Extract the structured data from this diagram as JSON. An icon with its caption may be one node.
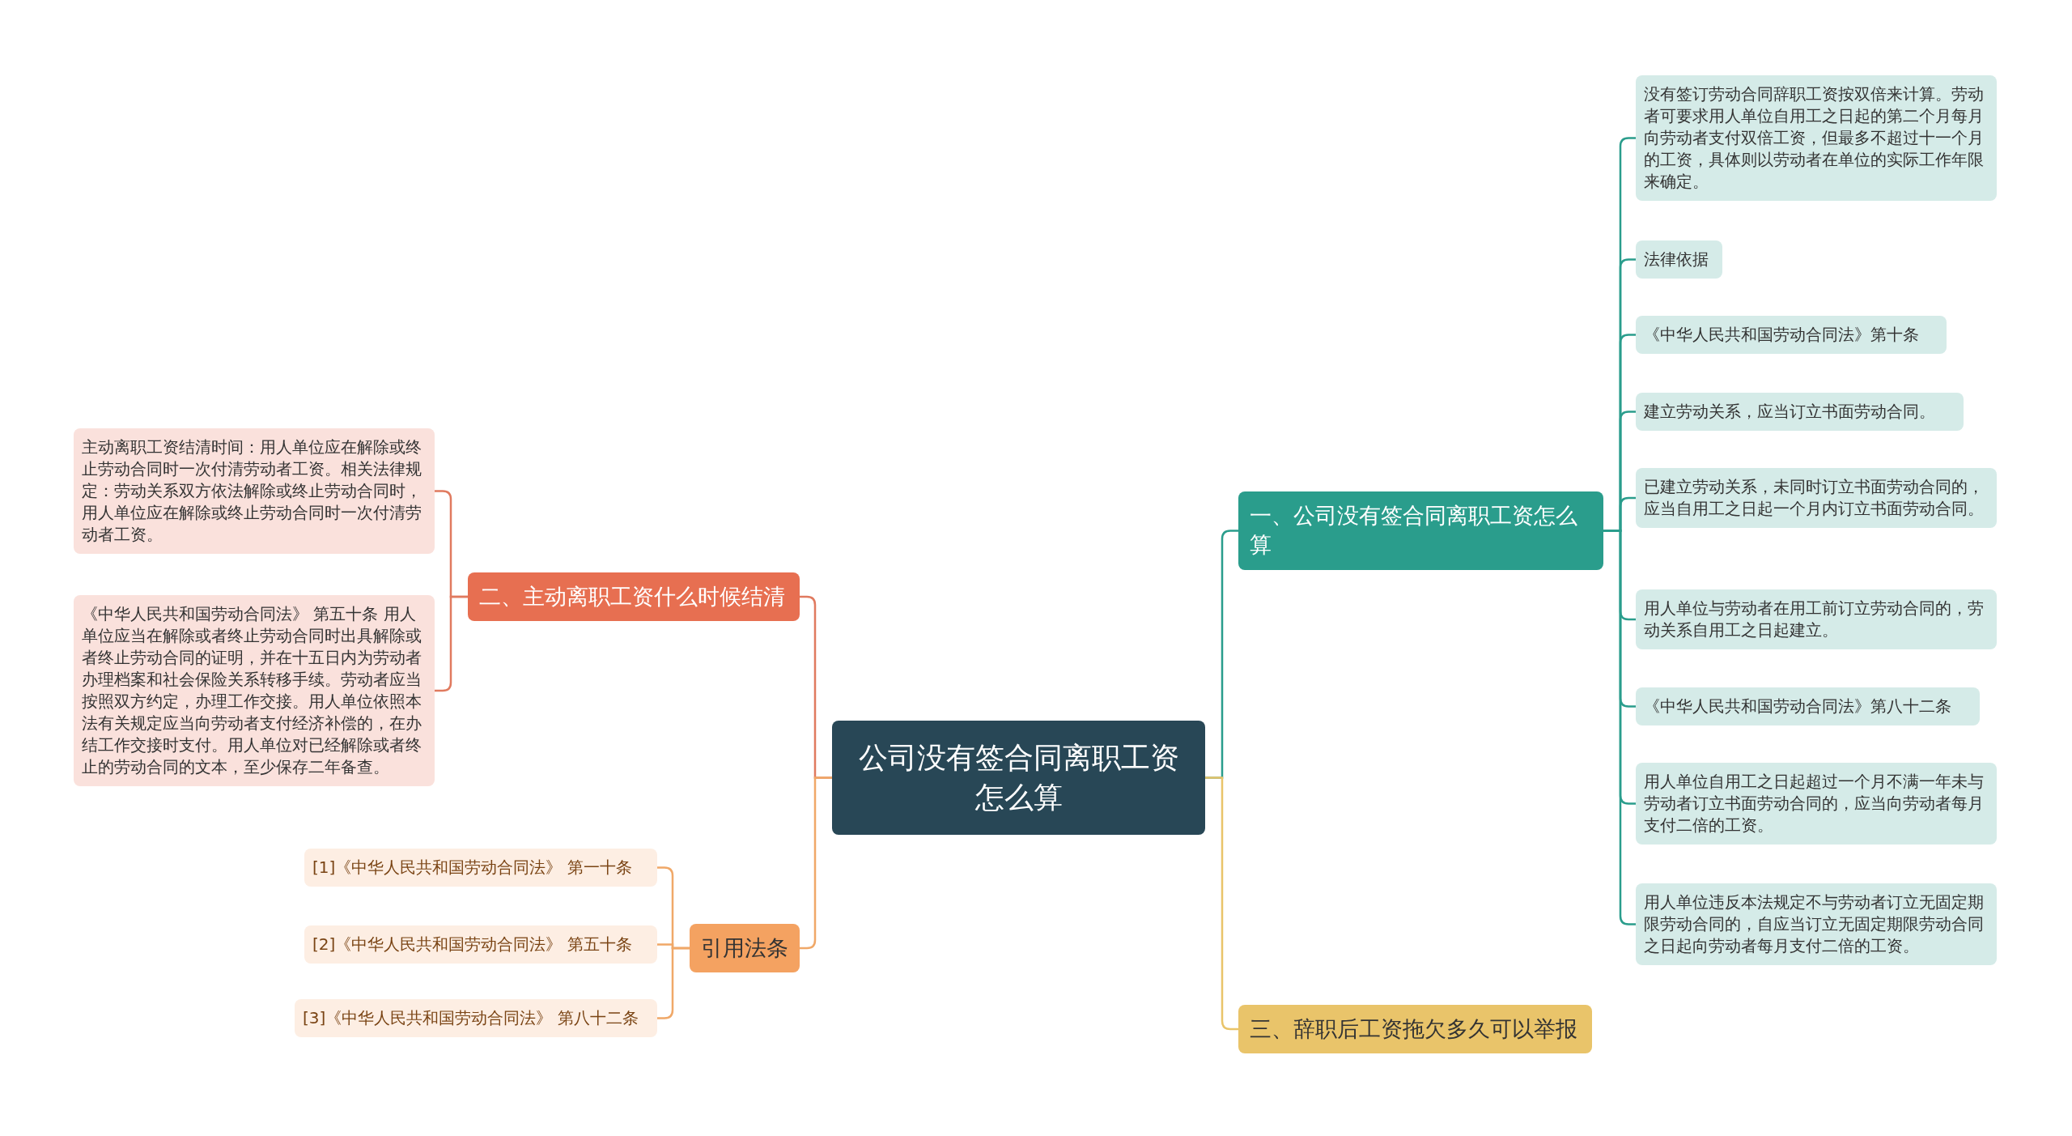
{
  "diagram": {
    "nodes": [
      {
        "text": [
          "公司没有签合同离职工资怎么算"
        ]
      },
      {
        "text": [
          "一、公司没有签合同离职工资怎么算"
        ]
      },
      {
        "text": [
          "没有签订劳动合同辞职工资按双倍来计算。劳动者可要求用人单位自用工之日起的第二个月每月向劳动者支付双倍工资，但最多不超过十一个月的工资，具体则以劳动者在单位的实际工作年限来确定。"
        ]
      },
      {
        "text": [
          "法律依据"
        ]
      },
      {
        "text": [
          "《中华人民共和国劳动合同法》第十条"
        ]
      },
      {
        "text": [
          "建立劳动关系，应当订立书面劳动合同。"
        ]
      },
      {
        "text": [
          "已建立劳动关系，未同时订立书面劳动合同的，应当自用工之日起一个月内订立书面劳动合同。"
        ]
      },
      {
        "text": [
          "用人单位与劳动者在用工前订立劳动合同的，劳动关系自用工之日起建立。"
        ]
      },
      {
        "text": [
          "《中华人民共和国劳动合同法》第八十二条"
        ]
      },
      {
        "text": [
          "用人单位自用工之日起超过一个月不满一年未与劳动者订立书面劳动合同的，应当向劳动者每月支付二倍的工资。"
        ]
      },
      {
        "text": [
          "用人单位违反本法规定不与劳动者订立无固定期限劳动合同的，自应当订立无固定期限劳动合同之日起向劳动者每月支付二倍的工资。"
        ]
      },
      {
        "text": [
          "三、辞职后工资拖欠多久可以举报"
        ]
      },
      {
        "text": [
          "二、主动离职工资什么时候结清"
        ]
      },
      {
        "text": [
          "主动离职工资结清时间：用人单位应在解除或终止劳动合同时一次付清劳动者工资。相关法律规定：劳动关系双方依法解除或终止劳动合同时，用人单位应在解除或终止劳动合同时一次付清劳动者工资。"
        ]
      },
      {
        "text": [
          "《中华人民共和国劳动合同法》 第五十条 用人单位应当在解除或者终止劳动合同时出具解除或者终止劳动合同的证明，并在十五日内为劳动者办理档案和社会保险关系转移手续。劳动者应当按照双方约定，办理工作交接。用人单位依照本法有关规定应当向劳动者支付经济补偿的，在办结工作交接时支付。用人单位对已经解除或者终止的劳动合同的文本，至少保存二年备查。"
        ]
      },
      {
        "text": [
          "引用法条"
        ]
      },
      {
        "text": [
          "[1]《中华人民共和国劳动合同法》 第一十条"
        ]
      },
      {
        "text": [
          "[2]《中华人民共和国劳动合同法》 第五十条"
        ]
      },
      {
        "text": [
          "[3]《中华人民共和国劳动合同法》 第八十二条"
        ]
      }
    ],
    "edges": [
      {
        "from": 0,
        "to": 1,
        "arrow": "none"
      },
      {
        "from": 1,
        "to": 2,
        "arrow": "none"
      },
      {
        "from": 1,
        "to": 3,
        "arrow": "none"
      },
      {
        "from": 1,
        "to": 4,
        "arrow": "none"
      },
      {
        "from": 1,
        "to": 5,
        "arrow": "none"
      },
      {
        "from": 1,
        "to": 6,
        "arrow": "none"
      },
      {
        "from": 1,
        "to": 7,
        "arrow": "none"
      },
      {
        "from": 1,
        "to": 8,
        "arrow": "none"
      },
      {
        "from": 1,
        "to": 9,
        "arrow": "none"
      },
      {
        "from": 1,
        "to": 10,
        "arrow": "none"
      },
      {
        "from": 0,
        "to": 11,
        "arrow": "none",
        "color": "#e9c46a"
      },
      {
        "from": 0,
        "to": 12,
        "arrow": "none",
        "color": "#e07a5f"
      },
      {
        "from": 12,
        "to": 13,
        "arrow": "none",
        "color": "#e07a5f"
      },
      {
        "from": 12,
        "to": 14,
        "arrow": "none",
        "color": "#e07a5f"
      },
      {
        "from": 0,
        "to": 15,
        "arrow": "none",
        "color": "#f0a868"
      },
      {
        "from": 15,
        "to": 16,
        "arrow": "none",
        "color": "#f0a868"
      },
      {
        "from": 15,
        "to": 17,
        "arrow": "none",
        "color": "#f0a868"
      },
      {
        "from": 15,
        "to": 18,
        "arrow": "none",
        "color": "#f0a868"
      }
    ]
  }
}
